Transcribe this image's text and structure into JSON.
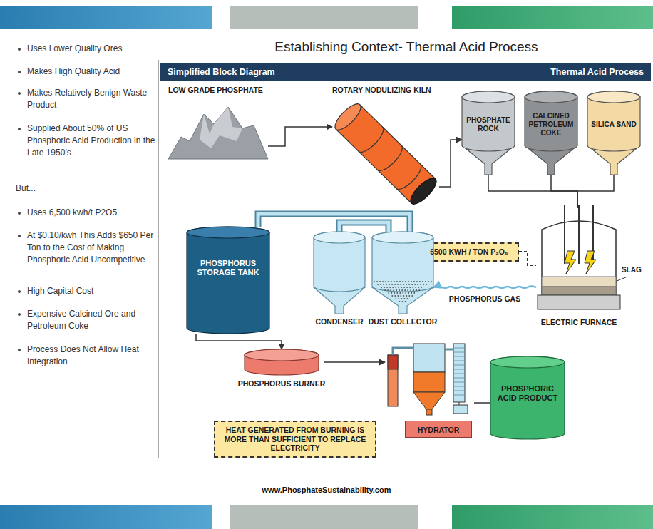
{
  "diagram": {
    "title": "Establishing Context- Thermal Acid Process",
    "nodes": [
      {
        "text": [
          "Simplified Block Diagram",
          "Thermal Acid Process"
        ]
      },
      {
        "text": [
          "LOW GRADE PHOSPHATE"
        ]
      },
      {
        "text": [
          "ROTARY NODULIZING KILN"
        ]
      },
      {
        "text": [
          "PHOSPHATE ROCK"
        ]
      },
      {
        "text": [
          "CALCINED PETROLEUM COKE"
        ]
      },
      {
        "text": [
          "SILICA SAND"
        ]
      },
      {
        "text": [
          "6500 KWH / TON P₂O₅"
        ]
      },
      {
        "text": [
          "ELECTRIC FURNACE"
        ]
      },
      {
        "text": [
          "PHOSPHORUS STORAGE TANK"
        ]
      },
      {
        "text": [
          "CONDENSER"
        ]
      },
      {
        "text": [
          "DUST COLLECTOR"
        ]
      },
      {
        "text": [
          "PHOSPHORUS BURNER"
        ]
      },
      {
        "text": [
          "HEAT GENERATED FROM BURNING IS MORE THAN SUFFICIENT TO REPLACE ELECTRICITY"
        ]
      },
      {
        "text": [
          "HYDRATOR"
        ]
      },
      {
        "text": [
          "PHOSPHORIC ACID PRODUCT"
        ]
      }
    ],
    "edges": [
      {
        "from": 1,
        "to": 2,
        "arrow": "to"
      },
      {
        "from": 2,
        "to": 3,
        "arrow": "to"
      },
      {
        "from": 3,
        "to": 7,
        "arrow": "none"
      },
      {
        "from": 4,
        "to": 7,
        "arrow": "none"
      },
      {
        "from": 5,
        "to": 7,
        "arrow": "none"
      },
      {
        "from": 6,
        "to": 7,
        "arrow": "none"
      },
      {
        "from": 7,
        "to": 10,
        "label": "PHOSPHORUS GAS",
        "arrow": "to"
      },
      {
        "from": 10,
        "to": 9,
        "arrow": "none"
      },
      {
        "from": 10,
        "to": 8,
        "arrow": "none"
      },
      {
        "from": 8,
        "to": 11,
        "arrow": "to"
      },
      {
        "from": 11,
        "to": 13,
        "arrow": "to"
      },
      {
        "from": 13,
        "to": 14,
        "arrow": "none"
      }
    ],
    "labels": [
      "Uses Lower Quality Ores",
      "Makes High Quality Acid",
      "Makes Relatively Benign Waste Product",
      "Supplied About 50% of US Phosphoric Acid Production in the Late 1950's",
      "But...",
      "Uses 6,500 kwh/t P2O5",
      "At $0.10/kwh This Adds $650 Per Ton to the Cost of Making Phosphoric Acid Uncompetitive",
      "High Capital Cost",
      "Expensive Calcined Ore and Petroleum Coke",
      "Process Does Not Allow Heat Integration",
      "SLAG",
      "www.PhosphateSustainability.com"
    ]
  }
}
